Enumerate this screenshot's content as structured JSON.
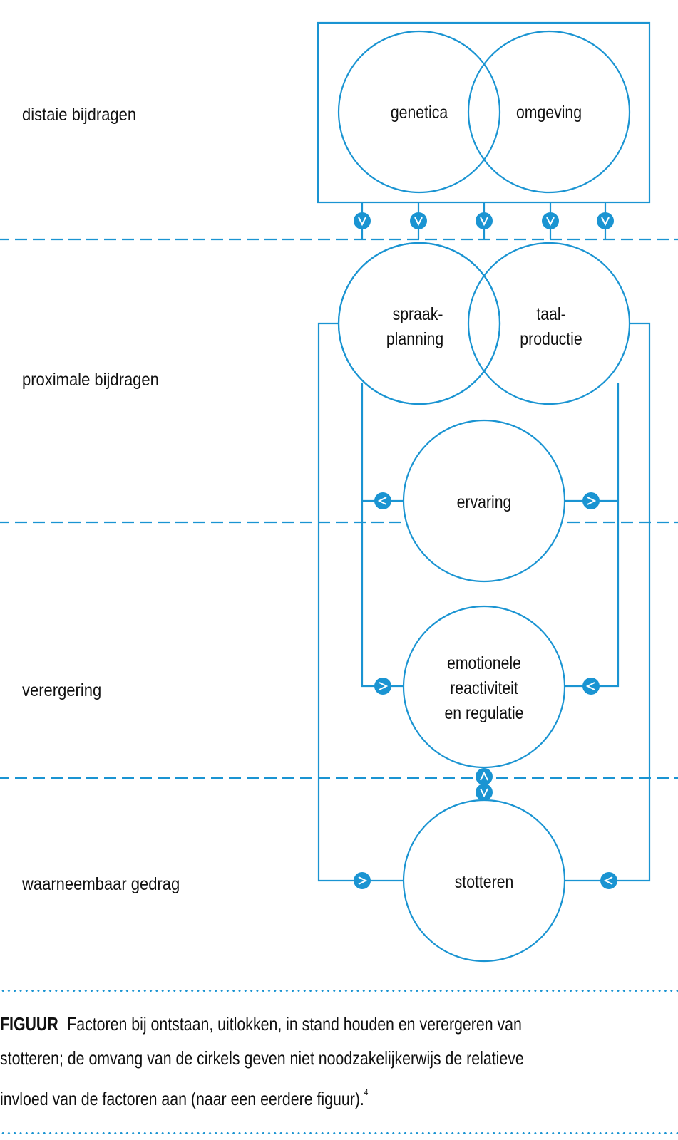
{
  "colors": {
    "accent": "#1a94d2",
    "text": "#111111",
    "background": "#ffffff"
  },
  "levels": [
    {
      "id": "distal",
      "label": "distaie bijdragen"
    },
    {
      "id": "proximal",
      "label": "proximale bijdragen"
    },
    {
      "id": "aggravation",
      "label": "verergering"
    },
    {
      "id": "observable",
      "label": "waarneembaar gedrag"
    }
  ],
  "nodes": {
    "genetica": {
      "lines": [
        "genetica"
      ]
    },
    "omgeving": {
      "lines": [
        "omgeving"
      ]
    },
    "spraakplanning": {
      "lines": [
        "spraak-",
        "planning"
      ]
    },
    "taalproductie": {
      "lines": [
        "taal-",
        "productie"
      ]
    },
    "ervaring": {
      "lines": [
        "ervaring"
      ]
    },
    "emotionele": {
      "lines": [
        "emotionele",
        "reactiviteit",
        "en regulatie"
      ]
    },
    "stotteren": {
      "lines": [
        "stotteren"
      ]
    }
  },
  "arrow_icons": {
    "down": "v",
    "up": "^",
    "left": "<",
    "right": ">"
  },
  "caption": {
    "keyword": "FIGUUR",
    "lines": [
      "Factoren bij ontstaan, uitlokken, in stand houden en verergeren van",
      "stotteren; de omvang van de cirkels geven niet noodzakelijkerwijs de relatieve",
      "invloed van de factoren aan (naar een eerdere figuur)."
    ],
    "footnote_ref": "4"
  }
}
